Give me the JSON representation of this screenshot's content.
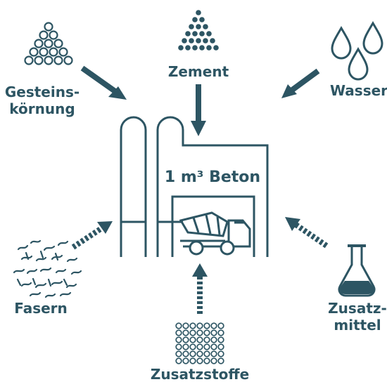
{
  "colors": {
    "primary": "#2d5563",
    "background": "#ffffff"
  },
  "labels": {
    "gesteinskoernung_line1": "Gesteins-",
    "gesteinskoernung_line2": "körnung",
    "zement": "Zement",
    "wasser": "Wasser",
    "beton": "1 m³ Beton",
    "fasern": "Fasern",
    "zusatzmittel_line1": "Zusatz-",
    "zusatzmittel_line2": "mittel",
    "zusatzstoffe": "Zusatzstoffe"
  },
  "icons": {
    "gesteinskoernung": "pebble-pyramid-icon",
    "zement": "cement-dot-pyramid-icon",
    "wasser": "water-drops-icon",
    "silos": "silo-icon",
    "truck": "mixer-truck-icon",
    "fasern": "fibers-icon",
    "zusatzmittel": "flask-icon",
    "zusatzstoffe": "circle-grid-icon"
  }
}
